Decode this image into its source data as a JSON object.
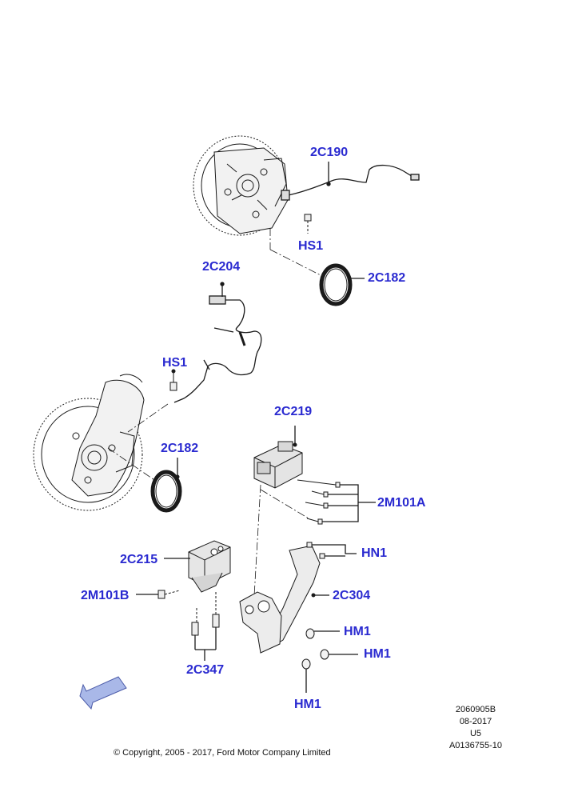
{
  "callouts": {
    "c_2c190": "2C190",
    "c_hs1_top": "HS1",
    "c_2c182_top": "2C182",
    "c_2c204": "2C204",
    "c_hs1_left": "HS1",
    "c_2c182_left": "2C182",
    "c_2c219": "2C219",
    "c_2m101a": "2M101A",
    "c_2c215": "2C215",
    "c_hn1": "HN1",
    "c_2m101b": "2M101B",
    "c_2c304": "2C304",
    "c_hm1_a": "HM1",
    "c_hm1_b": "HM1",
    "c_2c347": "2C347",
    "c_hm1_c": "HM1"
  },
  "footer": {
    "copyright": "© Copyright, 2005 - 2017, Ford Motor Company Limited",
    "meta_line1": "2060905B",
    "meta_line2": "08-2017",
    "meta_line3": "U5",
    "meta_line4": "A0136755-10"
  },
  "colors": {
    "callout": "#2a2ad0",
    "linework": "#1a1a1a",
    "arrow_fill": "#a9b8e8",
    "arrow_stroke": "#4a5aa8"
  }
}
